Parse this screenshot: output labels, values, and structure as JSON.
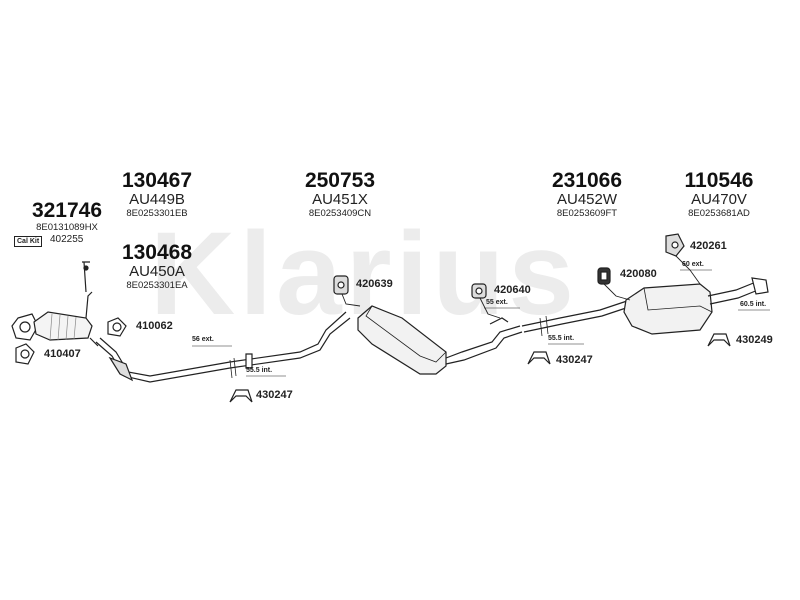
{
  "watermark": "Klarius",
  "parts": [
    {
      "number": "321746",
      "code": "",
      "oem": "8E0131089HX"
    },
    {
      "number": "130467",
      "code": "AU449B",
      "oem": "8E0253301EB"
    },
    {
      "number": "130468",
      "code": "AU450A",
      "oem": "8E0253301EA"
    },
    {
      "number": "250753",
      "code": "AU451X",
      "oem": "8E0253409CN"
    },
    {
      "number": "231066",
      "code": "AU452W",
      "oem": "8E0253609FT"
    },
    {
      "number": "110546",
      "code": "AU470V",
      "oem": "8E0253681AD"
    }
  ],
  "cal_kit": {
    "badge": "Cal Kit",
    "number": "402255"
  },
  "fittings": {
    "f410062": "410062",
    "f410407": "410407",
    "f430247a": "430247",
    "f420639": "420639",
    "f420640": "420640",
    "f430247b": "430247",
    "f420080": "420080",
    "f420261": "420261",
    "f430249": "430249"
  },
  "dimensions": {
    "d56ext": "56 ext.",
    "d555int_a": "55.5 int.",
    "d55ext": "55 ext.",
    "d555int_b": "55.5 int.",
    "d60ext": "60 ext.",
    "d605int": "60.5 int."
  }
}
